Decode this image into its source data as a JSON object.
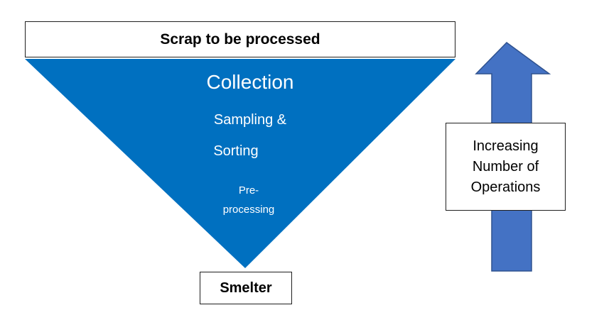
{
  "diagram": {
    "top_label": "Scrap to be processed",
    "funnel": {
      "stage1": "Collection",
      "stage2_line1": "Sampling &",
      "stage2_line2": "Sorting",
      "stage3_line1": "Pre-",
      "stage3_line2": "processing"
    },
    "bottom_label": "Smelter",
    "arrow_label": {
      "line1": "Increasing",
      "line2": "Number of",
      "line3": "Operations"
    }
  },
  "colors": {
    "funnel_fill": "#0070C0",
    "arrow_fill": "#4472C4",
    "arrow_stroke": "#2F528F",
    "box_border": "#1f1f1f"
  },
  "icons": [
    "inverted-triangle-funnel",
    "up-arrow"
  ]
}
